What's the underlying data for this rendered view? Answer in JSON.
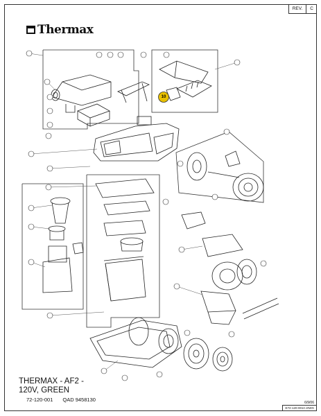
{
  "header": {
    "rev_label": "REV.",
    "rev_value": "C",
    "brand": "Thermax"
  },
  "title": {
    "line1": "THERMAX  - AF2 -",
    "line2": "120V,  GREEN"
  },
  "part_number": "72-120-001",
  "qad": "QAD  9458130",
  "date": "6/9/06",
  "drawing_file": "E72-120-001C.DWG",
  "highlighted_callout": "10"
}
